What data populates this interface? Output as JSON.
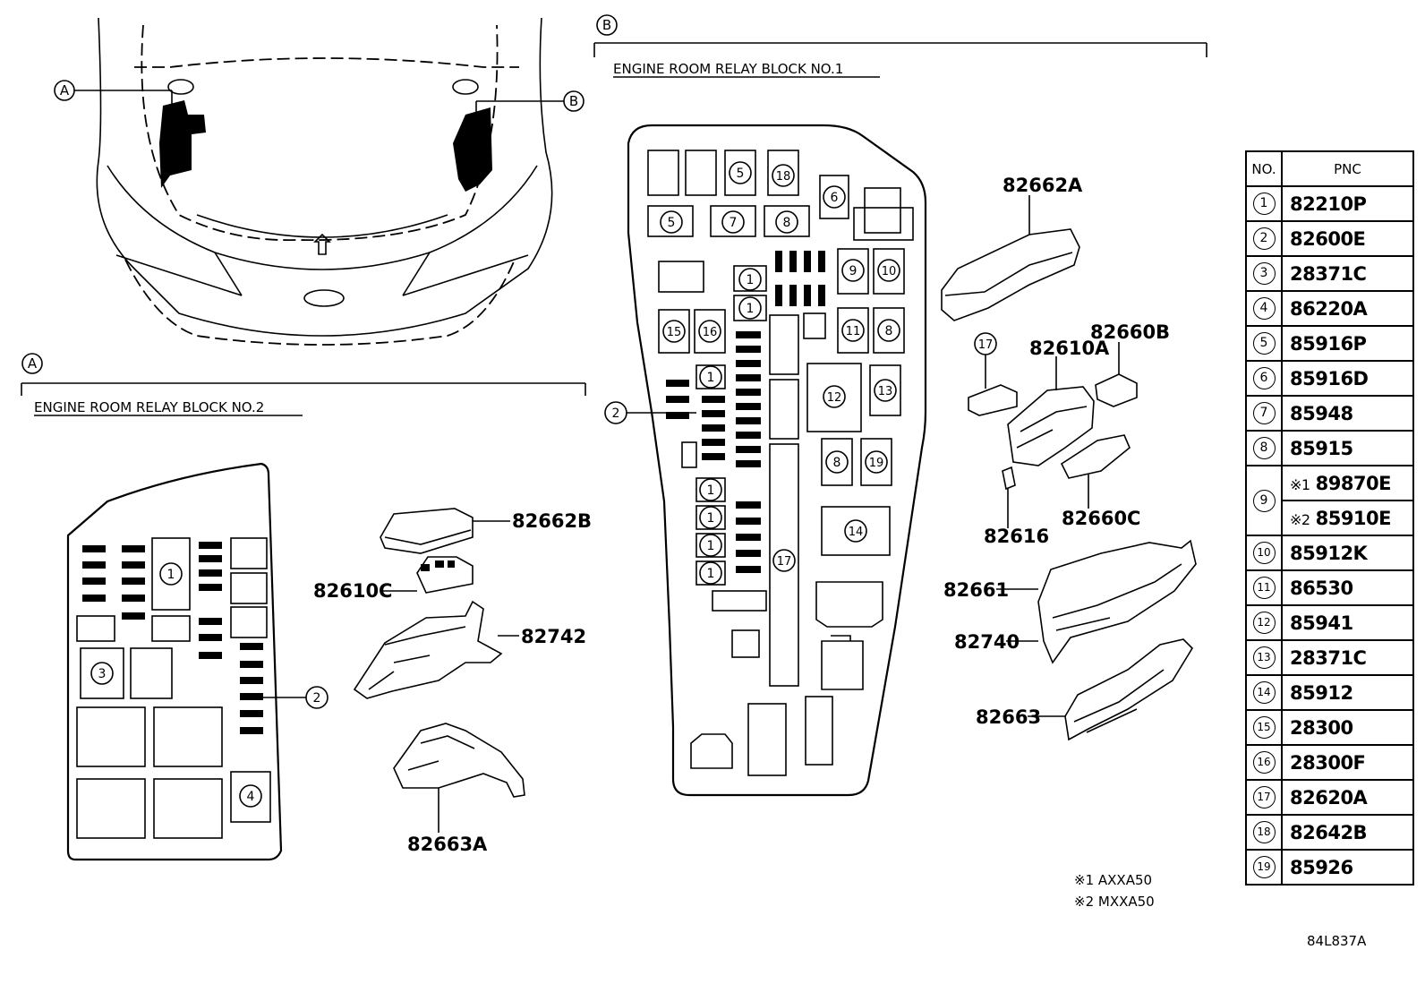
{
  "callouts": {
    "view_a": "A",
    "view_b": "B"
  },
  "sections": {
    "a_title": "ENGINE ROOM RELAY BLOCK NO.2",
    "b_title": "ENGINE ROOM RELAY BLOCK NO.1"
  },
  "block_a_parts": {
    "p82662B": "82662B",
    "p82610C": "82610C",
    "p82742": "82742",
    "p82663A": "82663A",
    "callout_2": "2"
  },
  "block_b_parts": {
    "p82662A": "82662A",
    "p82610A": "82610A",
    "p82660B": "82660B",
    "p82616": "82616",
    "p82660C": "82660C",
    "p82661": "82661",
    "p82740": "82740",
    "p82663": "82663",
    "callout_2": "2",
    "callout_17": "17"
  },
  "table": {
    "header_no": "NO.",
    "header_pnc": "PNC",
    "rows": [
      {
        "no": "1",
        "pnc": "82210P"
      },
      {
        "no": "2",
        "pnc": "82600E"
      },
      {
        "no": "3",
        "pnc": "28371C"
      },
      {
        "no": "4",
        "pnc": "86220A"
      },
      {
        "no": "5",
        "pnc": "85916P"
      },
      {
        "no": "6",
        "pnc": "85916D"
      },
      {
        "no": "7",
        "pnc": "85948"
      },
      {
        "no": "8",
        "pnc": "85915"
      },
      {
        "no": "9",
        "mark1": "※1",
        "pnc1": "89870E",
        "mark2": "※2",
        "pnc2": "85910E"
      },
      {
        "no": "10",
        "pnc": "85912K"
      },
      {
        "no": "11",
        "pnc": "86530"
      },
      {
        "no": "12",
        "pnc": "85941"
      },
      {
        "no": "13",
        "pnc": "28371C"
      },
      {
        "no": "14",
        "pnc": "85912"
      },
      {
        "no": "15",
        "pnc": "28300"
      },
      {
        "no": "16",
        "pnc": "28300F"
      },
      {
        "no": "17",
        "pnc": "82620A"
      },
      {
        "no": "18",
        "pnc": "82642B"
      },
      {
        "no": "19",
        "pnc": "85926"
      }
    ]
  },
  "notes": {
    "note1": "※1 AXXA50",
    "note2": "※2 MXXA50",
    "code": "84L837A"
  }
}
